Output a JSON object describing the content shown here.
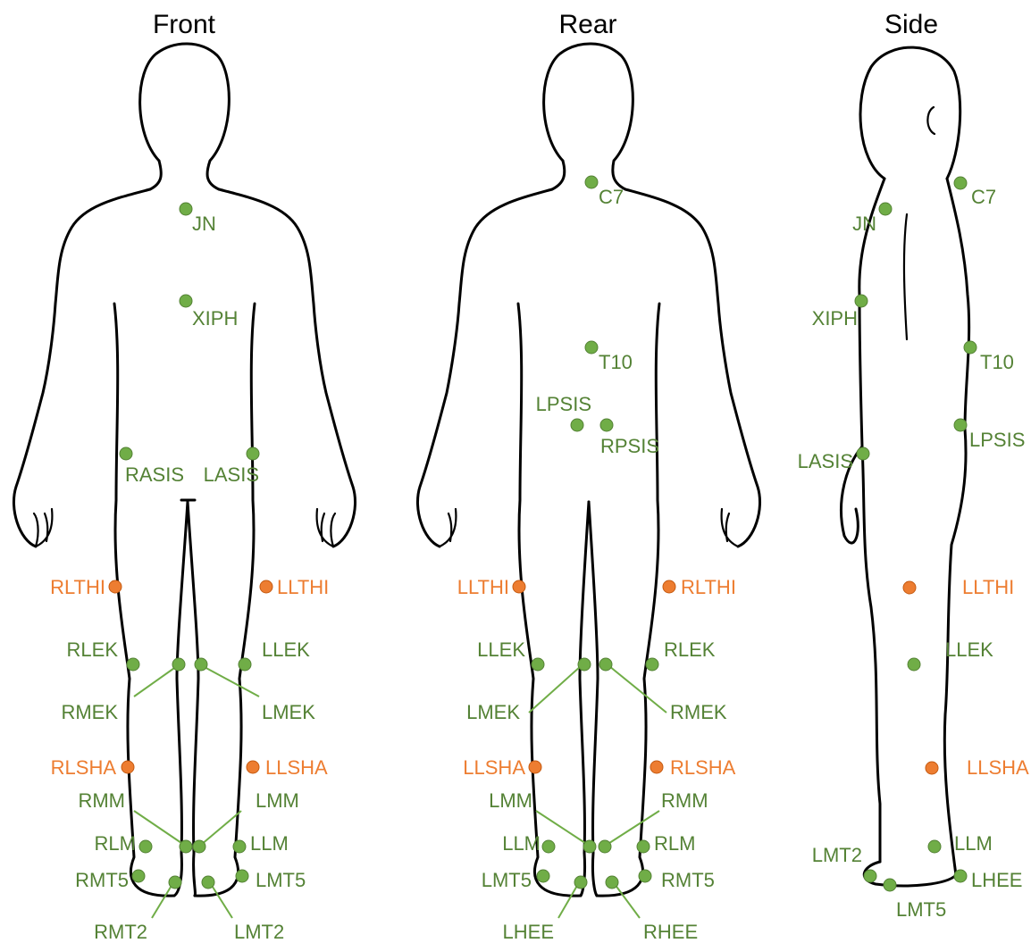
{
  "colors": {
    "standard_marker": "#70ad47",
    "standard_text": "#548235",
    "cluster_marker": "#ed7d31",
    "cluster_text": "#ed7d31",
    "outline": "#000000"
  },
  "views": [
    {
      "title": "Front",
      "markers": [
        {
          "label": "JN",
          "type": "standard"
        },
        {
          "label": "XIPH",
          "type": "standard"
        },
        {
          "label": "RASIS",
          "type": "standard"
        },
        {
          "label": "LASIS",
          "type": "standard"
        },
        {
          "label": "RLTHI",
          "type": "cluster"
        },
        {
          "label": "LLTHI",
          "type": "cluster"
        },
        {
          "label": "RLEK",
          "type": "standard"
        },
        {
          "label": "LLEK",
          "type": "standard"
        },
        {
          "label": "RMEK",
          "type": "standard"
        },
        {
          "label": "LMEK",
          "type": "standard"
        },
        {
          "label": "RLSHA",
          "type": "cluster"
        },
        {
          "label": "LLSHA",
          "type": "cluster"
        },
        {
          "label": "RMM",
          "type": "standard"
        },
        {
          "label": "LMM",
          "type": "standard"
        },
        {
          "label": "RLM",
          "type": "standard"
        },
        {
          "label": "LLM",
          "type": "standard"
        },
        {
          "label": "RMT5",
          "type": "standard"
        },
        {
          "label": "LMT5",
          "type": "standard"
        },
        {
          "label": "RMT2",
          "type": "standard"
        },
        {
          "label": "LMT2",
          "type": "standard"
        }
      ]
    },
    {
      "title": "Rear",
      "markers": [
        {
          "label": "C7",
          "type": "standard"
        },
        {
          "label": "T10",
          "type": "standard"
        },
        {
          "label": "LPSIS",
          "type": "standard"
        },
        {
          "label": "RPSIS",
          "type": "standard"
        },
        {
          "label": "LLTHI",
          "type": "cluster"
        },
        {
          "label": "RLTHI",
          "type": "cluster"
        },
        {
          "label": "LLEK",
          "type": "standard"
        },
        {
          "label": "RLEK",
          "type": "standard"
        },
        {
          "label": "LMEK",
          "type": "standard"
        },
        {
          "label": "RMEK",
          "type": "standard"
        },
        {
          "label": "LLSHA",
          "type": "cluster"
        },
        {
          "label": "RLSHA",
          "type": "cluster"
        },
        {
          "label": "LMM",
          "type": "standard"
        },
        {
          "label": "RMM",
          "type": "standard"
        },
        {
          "label": "LLM",
          "type": "standard"
        },
        {
          "label": "RLM",
          "type": "standard"
        },
        {
          "label": "LMT5",
          "type": "standard"
        },
        {
          "label": "RMT5",
          "type": "standard"
        },
        {
          "label": "LHEE",
          "type": "standard"
        },
        {
          "label": "RHEE",
          "type": "standard"
        }
      ]
    },
    {
      "title": "Side",
      "markers": [
        {
          "label": "JN",
          "type": "standard"
        },
        {
          "label": "C7",
          "type": "standard"
        },
        {
          "label": "XIPH",
          "type": "standard"
        },
        {
          "label": "T10",
          "type": "standard"
        },
        {
          "label": "LPSIS",
          "type": "standard"
        },
        {
          "label": "LASIS",
          "type": "standard"
        },
        {
          "label": "LLTHI",
          "type": "cluster"
        },
        {
          "label": "LLEK",
          "type": "standard"
        },
        {
          "label": "LLSHA",
          "type": "cluster"
        },
        {
          "label": "LLM",
          "type": "standard"
        },
        {
          "label": "LMT2",
          "type": "standard"
        },
        {
          "label": "LHEE",
          "type": "standard"
        },
        {
          "label": "LMT5",
          "type": "standard"
        }
      ]
    }
  ]
}
